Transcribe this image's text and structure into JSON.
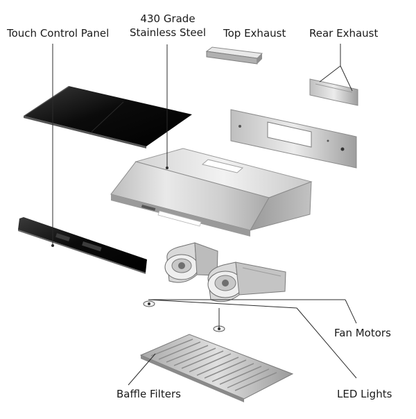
{
  "labels": {
    "touch_control_panel": "Touch Control Panel",
    "steel_line1": "430 Grade",
    "steel_line2": "Stainless Steel",
    "top_exhaust": "Top Exhaust",
    "rear_exhaust": "Rear Exhaust",
    "fan_motors": "Fan Motors",
    "led_lights": "LED Lights",
    "baffle_filters": "Baffle Filters"
  },
  "colors": {
    "panel_glass": "#0d0d0d",
    "steel_light": "#e6e6e6",
    "steel_mid": "#b8b8b8",
    "steel_dark": "#8a8a8a",
    "leader_line": "#2b2b2b",
    "text": "#1a1a1a"
  }
}
